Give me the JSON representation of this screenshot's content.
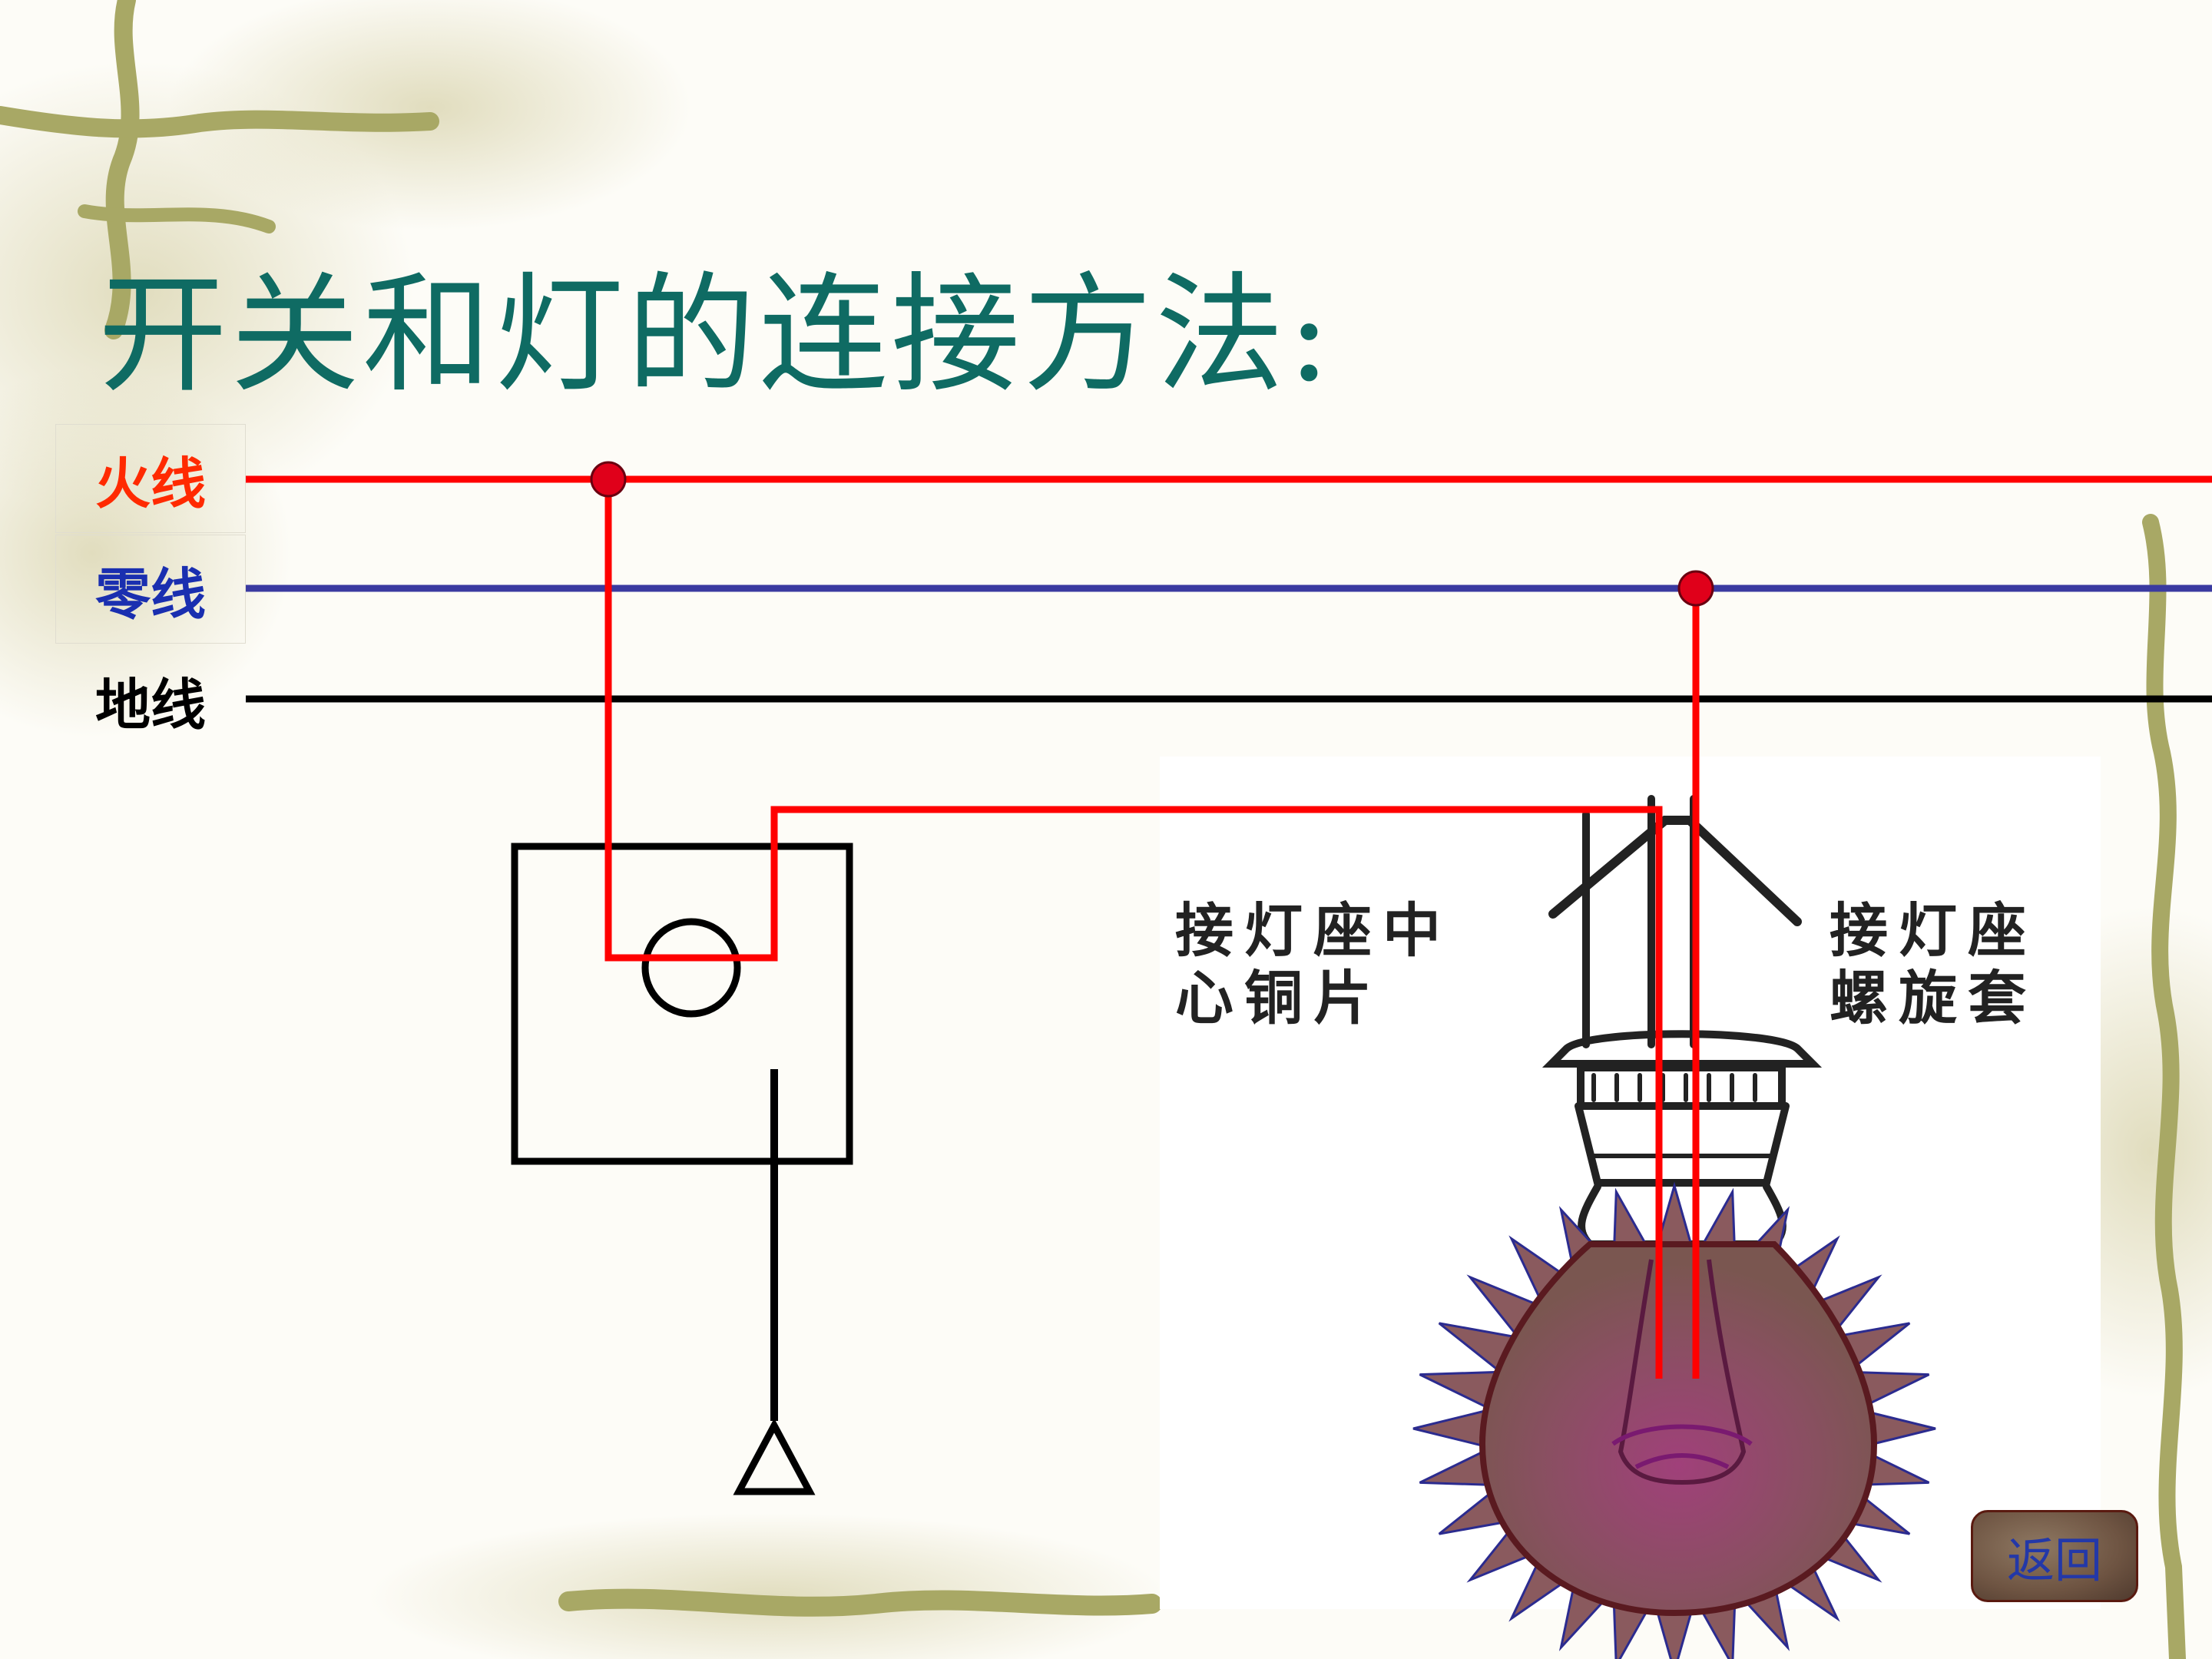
{
  "title": "开关和灯的连接方法:",
  "wires": [
    {
      "label": "火线",
      "color": "#ff2a00"
    },
    {
      "label": "零线",
      "color": "#1a2fb0"
    },
    {
      "label": "地线",
      "color": "#000000"
    }
  ],
  "wire_colors": {
    "live": "#ff0000",
    "neutral": "#3a3aa0",
    "ground": "#000000",
    "joint": "#e0001a"
  },
  "bulb_labels": {
    "center_line1": "接灯座中",
    "center_line2": "心铜片",
    "thread_line1": "接灯座",
    "thread_line2": "螺旋套"
  },
  "back_button": "返回",
  "theme": {
    "title_color": "#0f6b63",
    "vine_color": "#a8a865",
    "starburst_color": "#8a5a5e"
  }
}
